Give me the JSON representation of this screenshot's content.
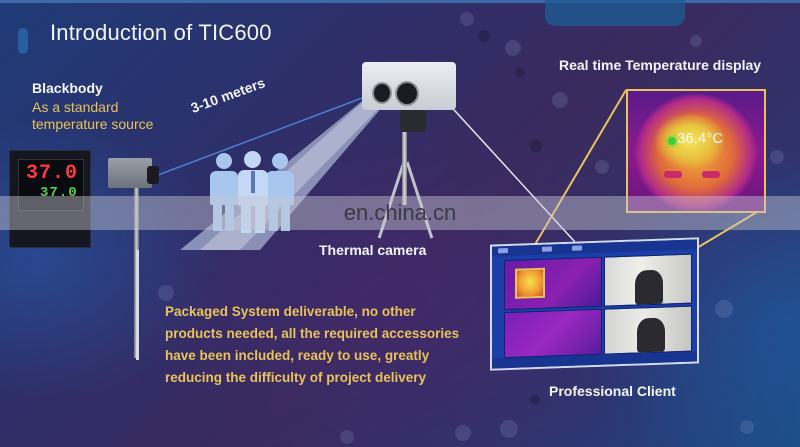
{
  "slide": {
    "title": "Introduction of TIC600",
    "colors": {
      "background_primary": "#2d2f6a",
      "accent_yellow": "#e8c25a",
      "text_white": "#f4f4f8",
      "thermal_green_dot": "#33d23a",
      "controller_red": "#ff3a3a",
      "controller_green": "#4cd24c"
    }
  },
  "blackbody": {
    "title": "Blackbody",
    "subtitle_line1": "As a standard",
    "subtitle_line2": "temperature source",
    "controller_pv": "37.0",
    "controller_sv": "37.0"
  },
  "distance_label": "3-10 meters",
  "camera": {
    "label": "Thermal camera"
  },
  "realtime": {
    "title": "Real time Temperature display",
    "temperature": "36.4°C"
  },
  "client": {
    "label": "Professional Client"
  },
  "description": {
    "line1": "Packaged System deliverable, no other",
    "line2": "products needed, all the required accessories",
    "line3": "have been included, ready to use, greatly",
    "line4": "reducing the difficulty of project delivery"
  },
  "watermark": {
    "text": "en.china.cn"
  }
}
